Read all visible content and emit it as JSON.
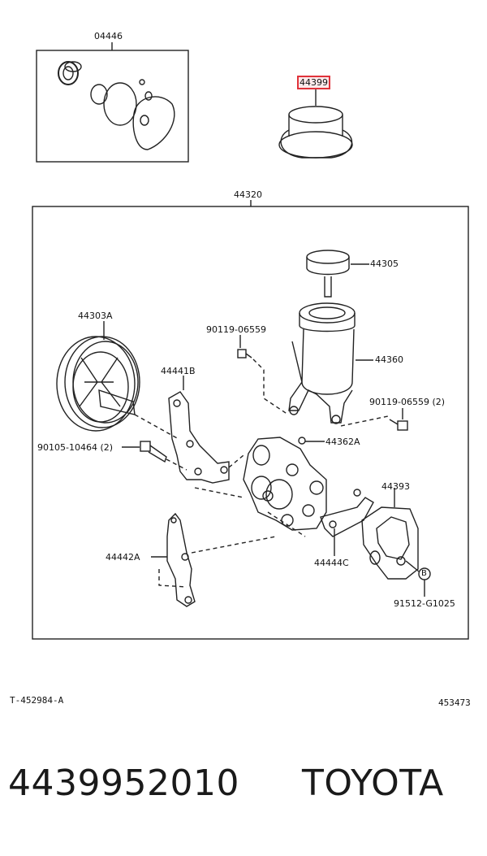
{
  "callouts": {
    "kit": "04446",
    "cap_highlight": "44399",
    "assembly": "44320",
    "reservoir_cap": "44305",
    "pulley": "44303A",
    "bolt_a": "90119-06559",
    "reservoir": "44360",
    "bracket_b": "44441B",
    "bolt_b": "90119-06559 (2)",
    "bolt_c": "90105-10464 (2)",
    "oring": "44362A",
    "plate": "44393",
    "bracket_a": "44442A",
    "bracket_c": "44444C",
    "marker_b": "B",
    "clamp": "91512-G1025"
  },
  "footer": {
    "diagram_id": "T-452984-A",
    "page_code": "453473"
  },
  "caption": {
    "part_number": "4439952010",
    "brand": "TOYOTA"
  },
  "highlight_color": "#e0323a"
}
